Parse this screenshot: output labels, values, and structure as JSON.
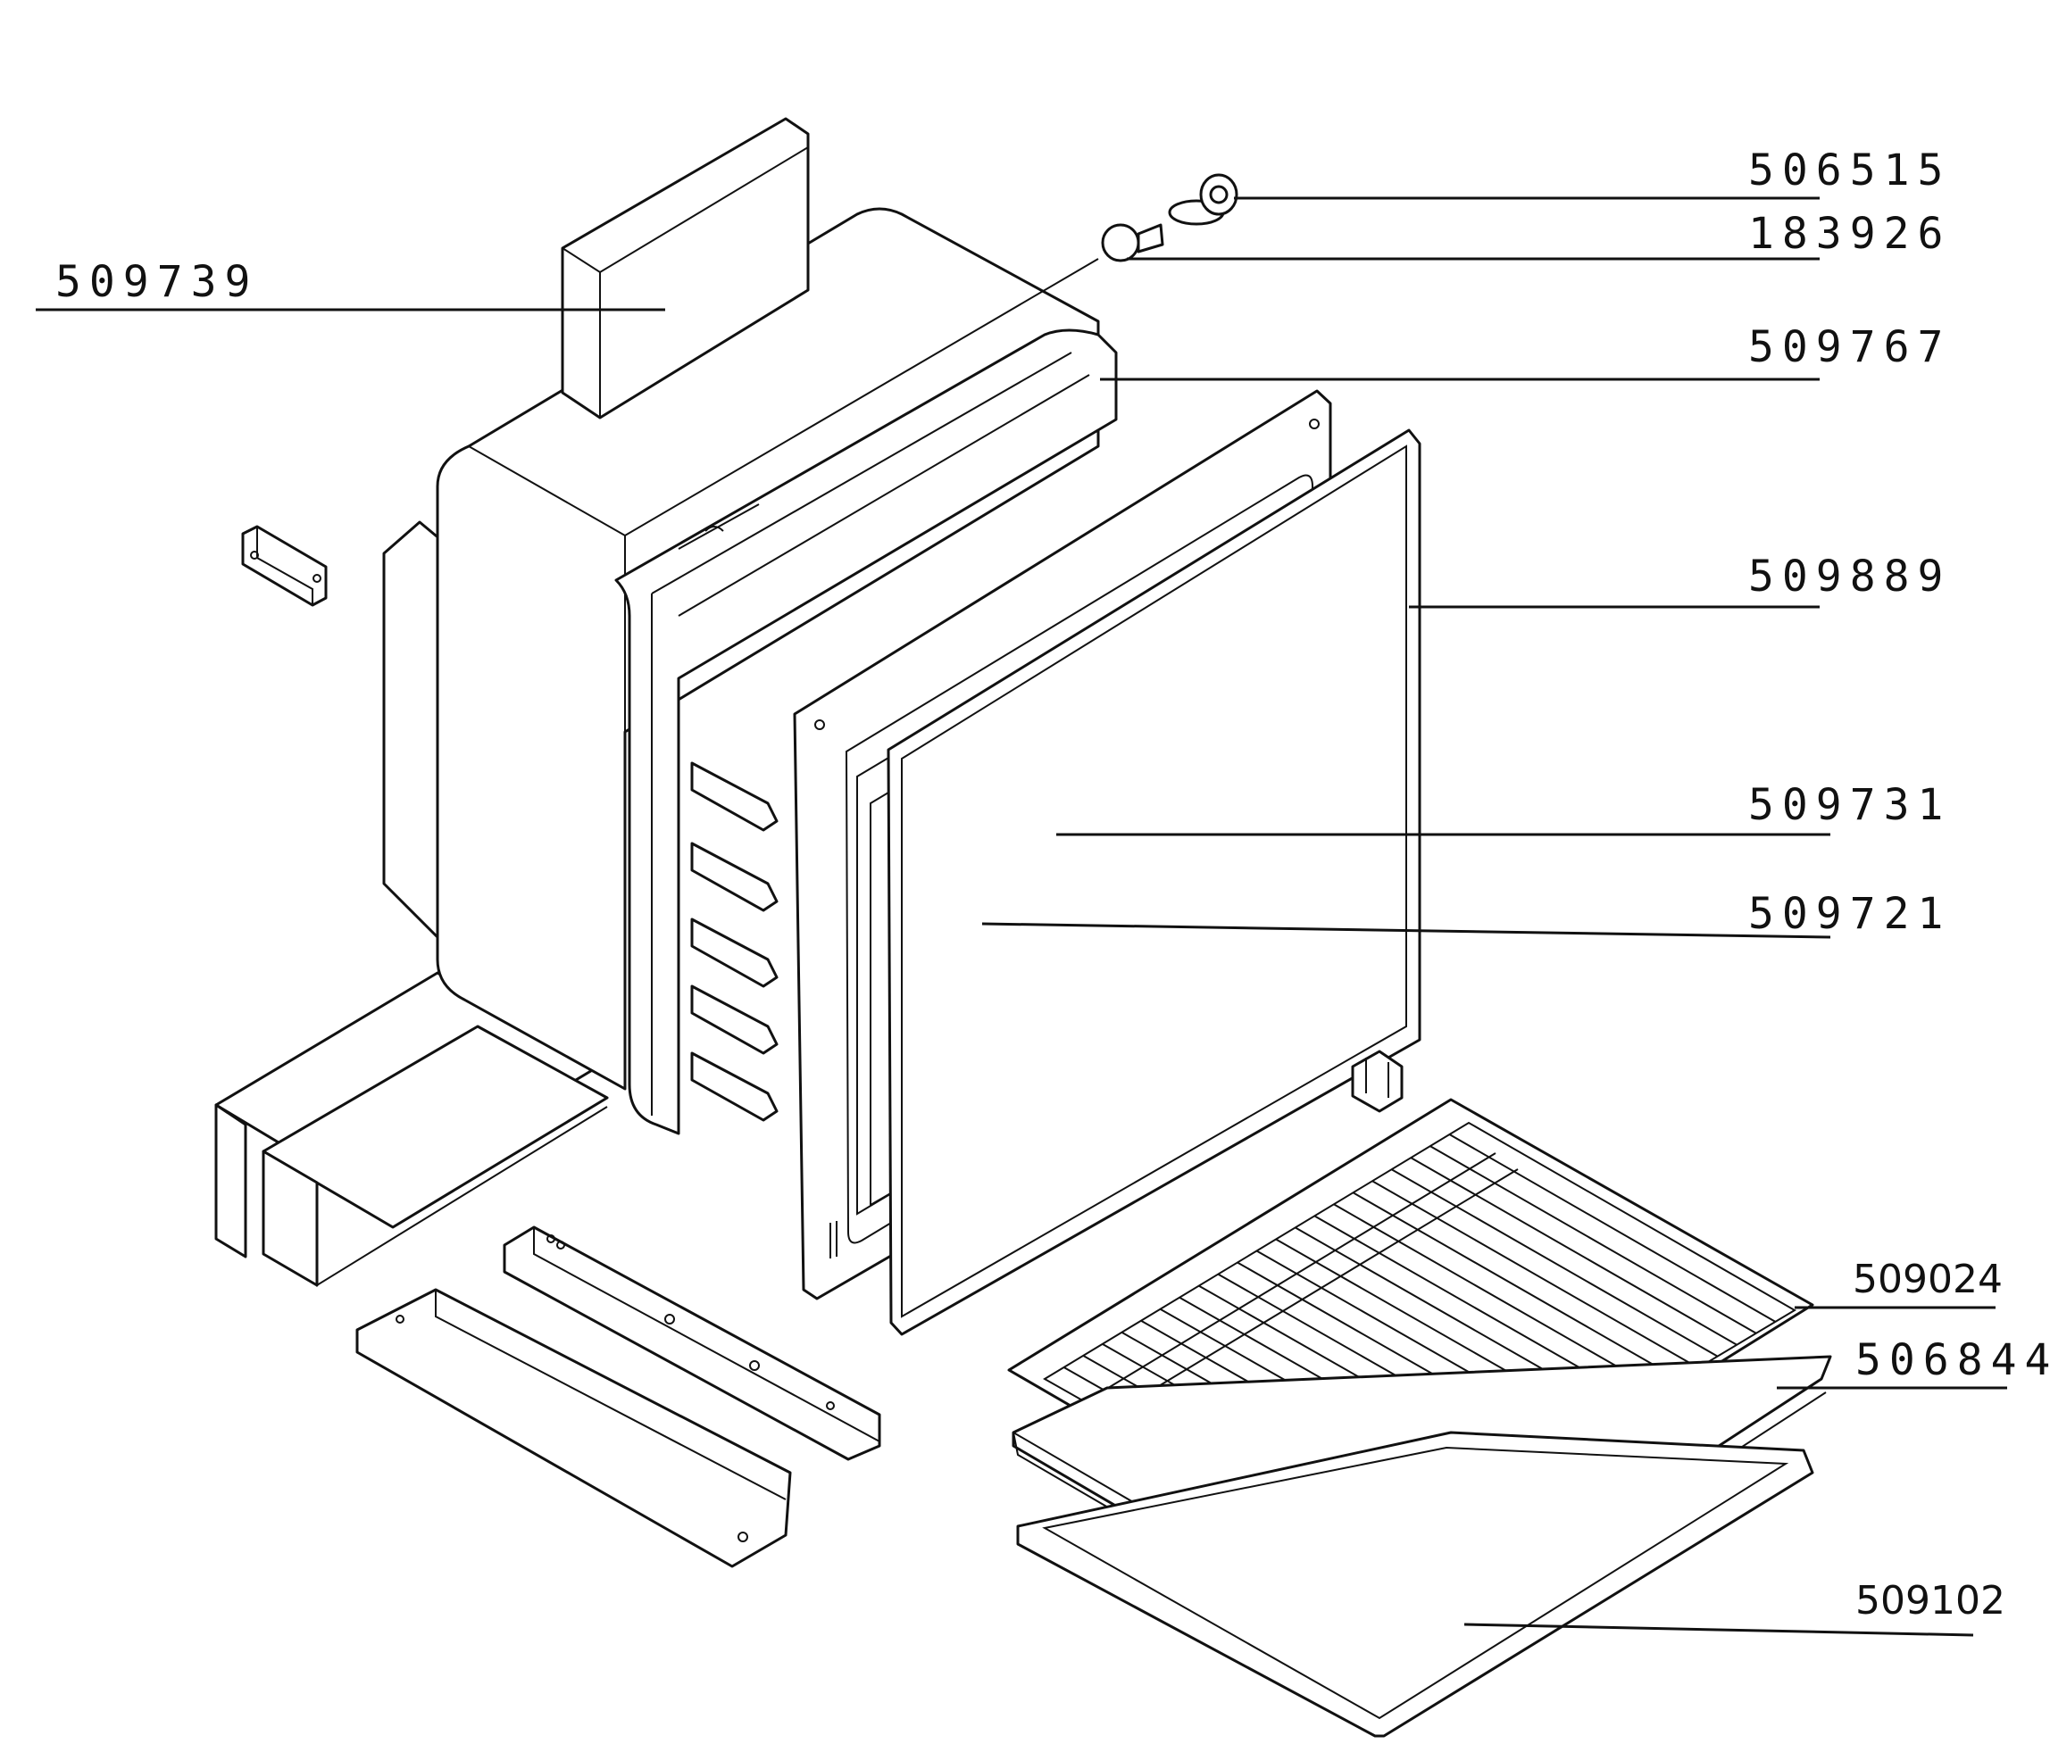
{
  "labels": {
    "p506515": "506515",
    "p183926": "183926",
    "p509739": "509739",
    "p509767": "509767",
    "p509889": "509889",
    "p509731": "509731",
    "p509721": "509721",
    "p509024": "509024",
    "p506844": "506844",
    "p509102": "509102"
  }
}
